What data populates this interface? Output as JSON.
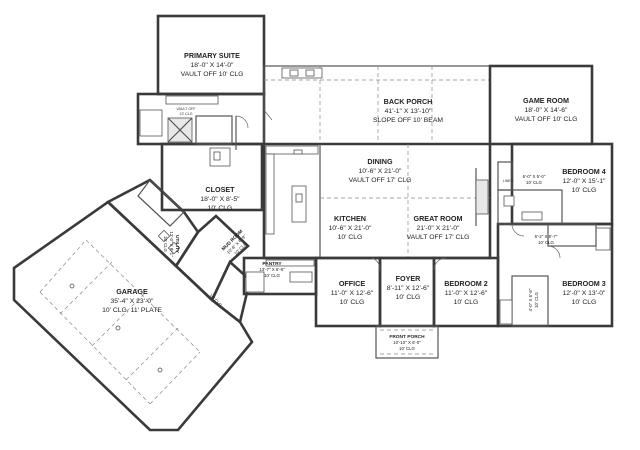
{
  "rooms": {
    "primary_suite": {
      "name": "PRIMARY SUITE",
      "dim": "18'-0\" X 14'-0\"",
      "ceiling": "VAULT OFF 10' CLG"
    },
    "back_porch": {
      "name": "BACK PORCH",
      "dim": "41'-1\" X 13'-10\"",
      "ceiling": "SLOPE OFF 10' BEAM"
    },
    "game_room": {
      "name": "GAME ROOM",
      "dim": "18'-0\" X 14'-6\"",
      "ceiling": "VAULT OFF 10' CLG"
    },
    "dining": {
      "name": "DINING",
      "dim": "10'-6\" X 21'-0\"",
      "ceiling": "VAULT OFF 17' CLG"
    },
    "bedroom4": {
      "name": "BEDROOM 4",
      "dim": "12'-0\" X 15'-1\"",
      "ceiling": "10' CLG"
    },
    "closet": {
      "name": "CLOSET",
      "dim": "18'-0\" X 8'-5\"",
      "ceiling": "10' CLG"
    },
    "kitchen": {
      "name": "KITCHEN",
      "dim": "10'-6\" X 21'-0\"",
      "ceiling": "10' CLG"
    },
    "great_room": {
      "name": "GREAT ROOM",
      "dim": "21'-0\" X 21'-0\"",
      "ceiling": "VAULT OFF 17' CLG"
    },
    "garage": {
      "name": "GARAGE",
      "dim": "35'-4\" X 23'-0\"",
      "ceiling": "10' CLG, 11' PLATE"
    },
    "office": {
      "name": "OFFICE",
      "dim": "11'-0\" X 12'-6\"",
      "ceiling": "10' CLG"
    },
    "foyer": {
      "name": "FOYER",
      "dim": "8'-11\" X 12'-6\"",
      "ceiling": "10' CLG"
    },
    "bedroom2": {
      "name": "BEDROOM 2",
      "dim": "11'-0\" X 12'-6\"",
      "ceiling": "10' CLG"
    },
    "bedroom3": {
      "name": "BEDROOM 3",
      "dim": "12'-0\" X 13'-0\"",
      "ceiling": "10' CLG"
    },
    "front_porch": {
      "name": "FRONT PORCH",
      "dim": "10'-10\" X 6'-0\"",
      "ceiling": "10' CLG"
    },
    "pantry": {
      "name": "PANTRY",
      "dim": "13'-7\" X 6'-8\"",
      "ceiling": "10' CLG"
    },
    "utility": {
      "name": "UTILITY",
      "dim": "13'-0\" X 8'-1\"",
      "ceiling": "10' CLG"
    },
    "mud_room": {
      "name": "MUD ROOM",
      "dim": "10'-8\" X 6'-9\"",
      "ceiling": "10' CLG"
    },
    "linen": {
      "name": "LINEN"
    },
    "closet_b4": {
      "dim": "6'-0\" X 5'-0\"",
      "ceiling": "10' CLG"
    },
    "closet_b3": {
      "dim": "6'-2\" X 5'-7\"",
      "ceiling": "10' CLG"
    },
    "closet_b2": {
      "dim": "4'-0\" X 6'-6\"",
      "ceiling": "10' CLG"
    },
    "bath_primary": {
      "label": "VAULT OFF",
      "ceiling": "13' CLG"
    },
    "hall_small": {
      "ceiling": "10' CLG"
    }
  }
}
